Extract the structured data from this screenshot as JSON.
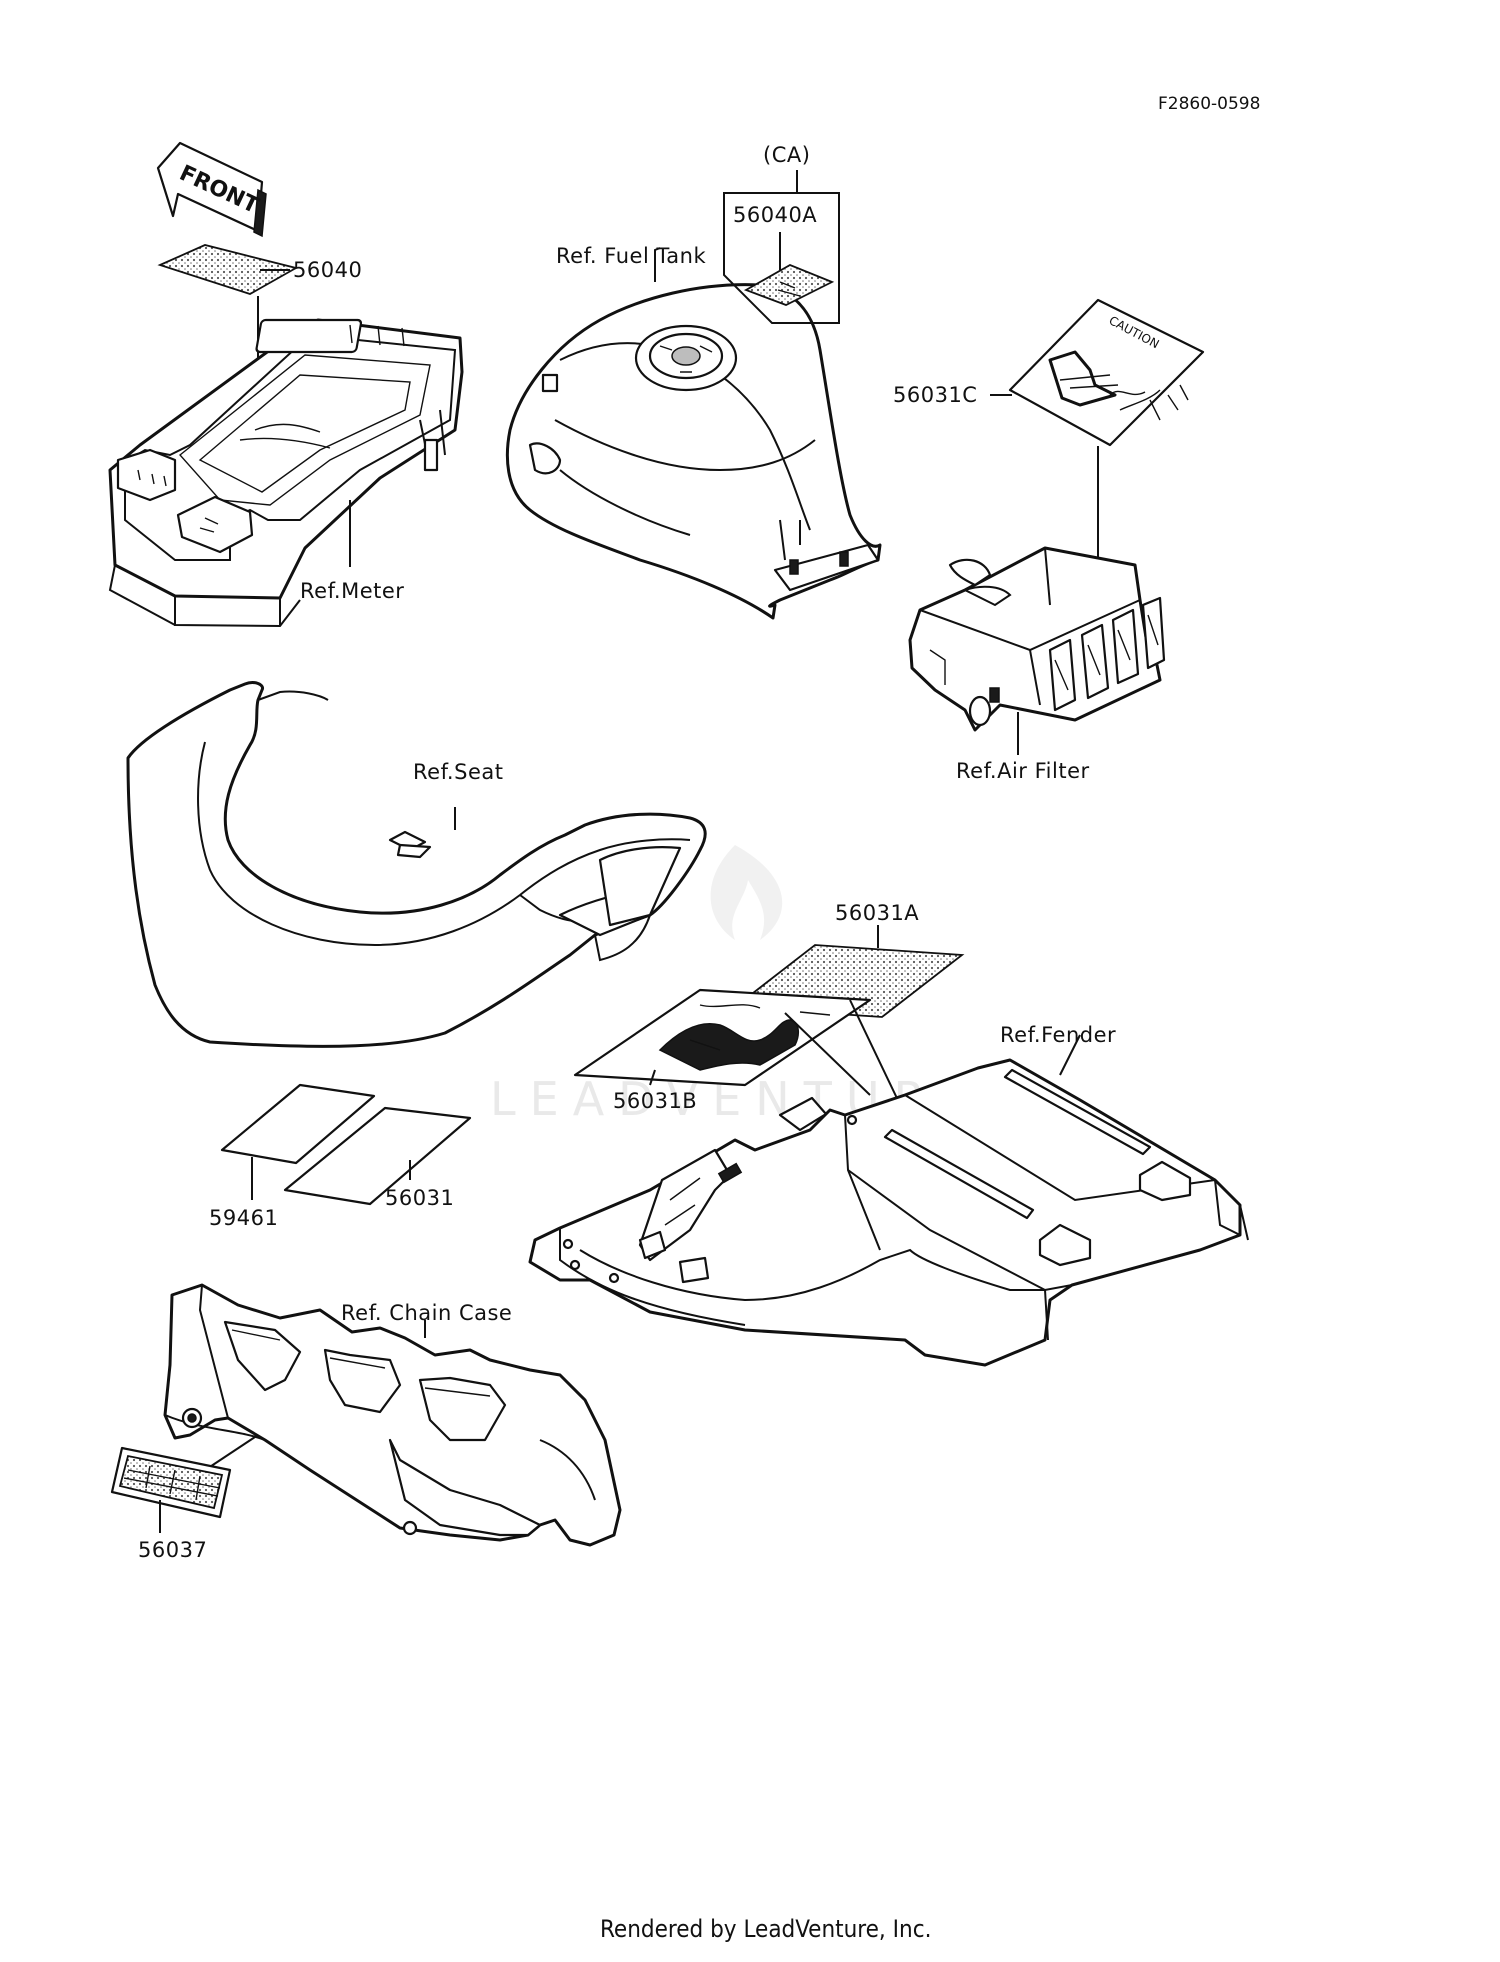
{
  "drawing_id": "F2860-0598",
  "footer": "Rendered by LeadVenture, Inc.",
  "watermark": "LEADVENTURE",
  "front_arrow": "FRONT",
  "variant_box": "(CA)",
  "labels": {
    "p56040": "56040",
    "p56040A": "56040A",
    "p56031C": "56031C",
    "p56031A": "56031A",
    "p56031B": "56031B",
    "p59461": "59461",
    "p56031": "56031",
    "p56037": "56037",
    "ref_meter": "Ref.Meter",
    "ref_fuel_tank": "Ref. Fuel Tank",
    "ref_air_filter": "Ref.Air Filter",
    "ref_seat": "Ref.Seat",
    "ref_fender": "Ref.Fender",
    "ref_chain_case": "Ref. Chain Case"
  },
  "decal_text": {
    "caution": "CAUTION"
  },
  "icons": [
    "front-arrow-icon",
    "flame-watermark-icon"
  ]
}
